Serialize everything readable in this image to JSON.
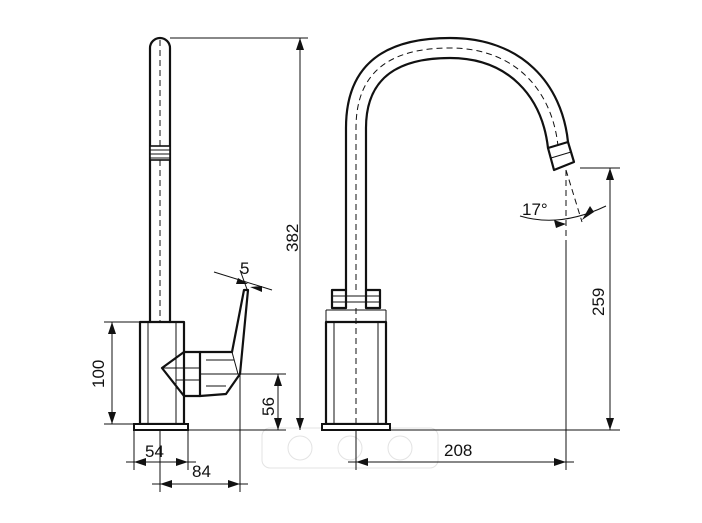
{
  "dimensions": {
    "total_height": "382",
    "handle_thickness": "5",
    "body_height": "100",
    "lever_height": "56",
    "base_width": "54",
    "lever_reach": "84",
    "spout_reach": "208",
    "spout_height": "259",
    "spout_angle": "17°"
  }
}
